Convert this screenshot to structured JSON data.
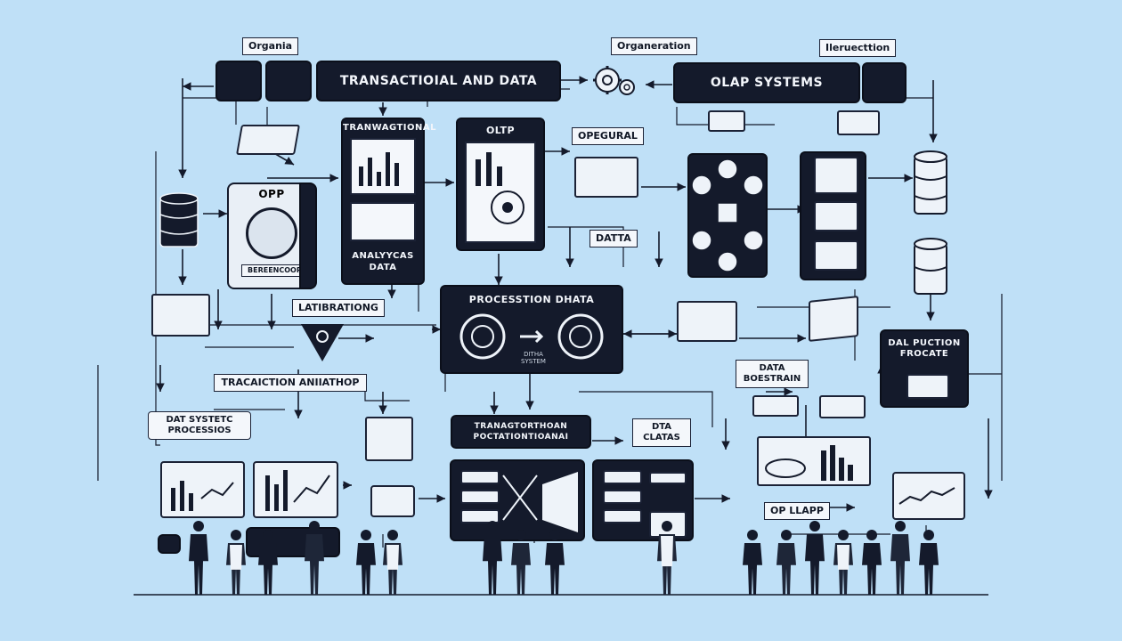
{
  "top_tags": {
    "left": "Organia",
    "middle": "Organeration",
    "right": "Ileruecttion"
  },
  "headers": {
    "transactional_and_data": "TRANSACTIOIAL AND DATA",
    "olap_systems": "OLAP SYSTEMS"
  },
  "panels": {
    "tranwagtional": "TRANWAGTIONAL",
    "analytical_data": "ANALYYCAS DATA",
    "oltp": "OLTP",
    "opp": "OPP",
    "opp_badge": "BEREENCOORY",
    "opegural": "OPEGURAL",
    "datta": "DATTA",
    "labilbrationg": "LATIBRATIONG",
    "processtion_data": "PROCESSTION DHATA",
    "processtion_sub": "DITHA SYSTEM",
    "data_boestrain": "DATA BOESTRAIN",
    "dal_puction": "DAL PUCTION FROCATE",
    "tracaiction": "TRACAICTION ANIIATHOP",
    "dat_system": "DAT SYSTETC PROCESSIOS",
    "transactional_bottom": "TRANAGTORTHOAN POCTATIONTIOANAI",
    "dta_clatas": "DTA CLATAS",
    "op_llapp": "OP LLAPP"
  },
  "icons": [
    "database-icon",
    "gear-icon",
    "document-icon",
    "chart-icon",
    "person-icon",
    "arrow-icon"
  ],
  "colors": {
    "background": "#bfe0f7",
    "ink": "#141a2b",
    "paper": "#eef3f9"
  }
}
